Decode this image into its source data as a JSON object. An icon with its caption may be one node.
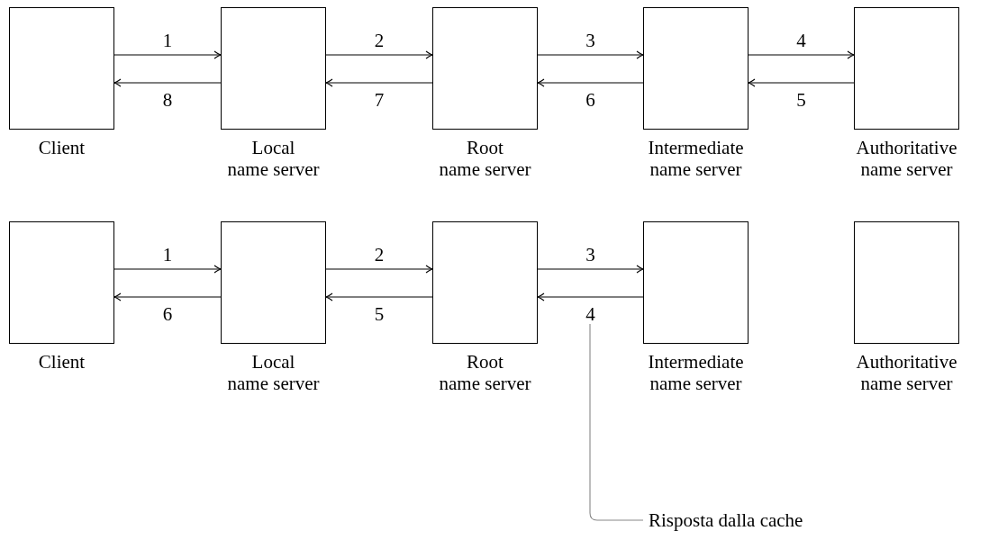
{
  "diagram": {
    "nodes": [
      {
        "text": [
          "Client"
        ]
      },
      {
        "text": [
          "Local name server"
        ]
      },
      {
        "text": [
          "Root name server"
        ]
      },
      {
        "text": [
          "Intermediate name server"
        ]
      },
      {
        "text": [
          "Authoritative name server"
        ]
      },
      {
        "text": [
          "Client"
        ]
      },
      {
        "text": [
          "Local name server"
        ]
      },
      {
        "text": [
          "Root name server"
        ]
      },
      {
        "text": [
          "Intermediate name server"
        ]
      },
      {
        "text": [
          "Authoritative name server"
        ]
      },
      {
        "text": [
          "Risposta dalla cache"
        ]
      }
    ],
    "edges": [
      {
        "from": 0,
        "to": 1,
        "arrow": "to",
        "label": "1"
      },
      {
        "from": 1,
        "to": 2,
        "arrow": "to",
        "label": "2"
      },
      {
        "from": 2,
        "to": 3,
        "arrow": "to",
        "label": "3"
      },
      {
        "from": 3,
        "to": 4,
        "arrow": "to",
        "label": "4"
      },
      {
        "from": 4,
        "to": 3,
        "arrow": "to",
        "label": "5"
      },
      {
        "from": 3,
        "to": 2,
        "arrow": "to",
        "label": "6"
      },
      {
        "from": 2,
        "to": 1,
        "arrow": "to",
        "label": "7"
      },
      {
        "from": 1,
        "to": 0,
        "arrow": "to",
        "label": "8"
      },
      {
        "from": 5,
        "to": 6,
        "arrow": "to",
        "label": "1"
      },
      {
        "from": 6,
        "to": 7,
        "arrow": "to",
        "label": "2"
      },
      {
        "from": 7,
        "to": 8,
        "arrow": "to",
        "label": "3"
      },
      {
        "from": 8,
        "to": 7,
        "arrow": "to",
        "label": "4"
      },
      {
        "from": 7,
        "to": 6,
        "arrow": "to",
        "label": "5"
      },
      {
        "from": 6,
        "to": 5,
        "arrow": "to",
        "label": "6"
      },
      {
        "from": 10,
        "to": null,
        "arrow": "none",
        "color": "#888888"
      }
    ]
  }
}
